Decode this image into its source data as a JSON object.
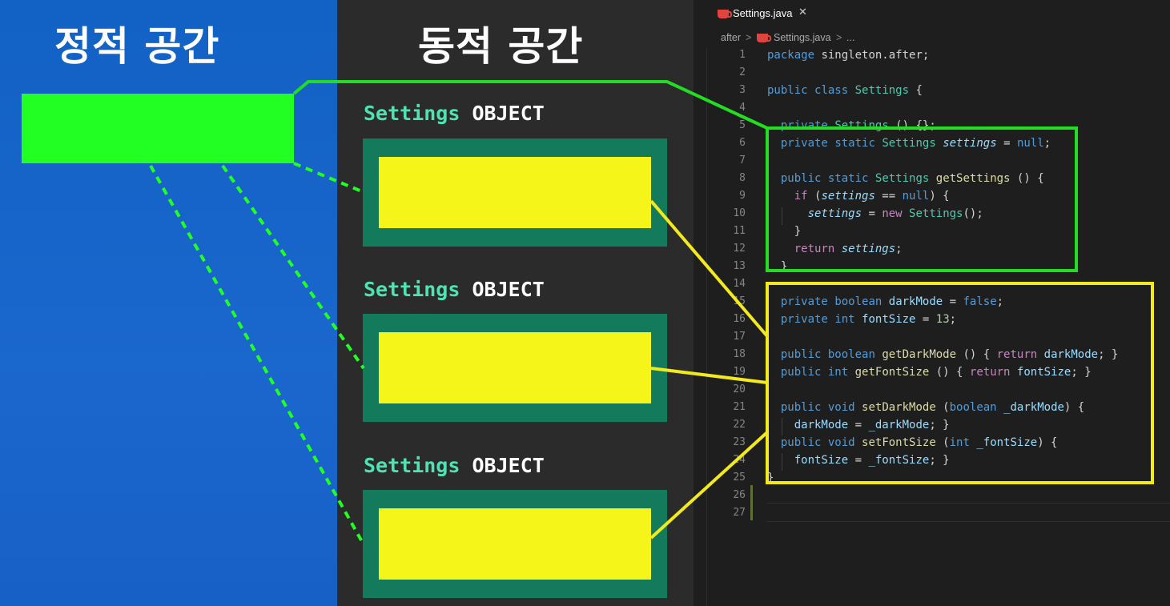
{
  "static_panel": {
    "title": "정적 공간"
  },
  "dynamic_panel": {
    "title": "동적 공간",
    "objects": [
      {
        "class_name": "Settings",
        "suffix": "OBJECT"
      },
      {
        "class_name": "Settings",
        "suffix": "OBJECT"
      },
      {
        "class_name": "Settings",
        "suffix": "OBJECT"
      }
    ]
  },
  "editor": {
    "tab": {
      "filename": "Settings.java",
      "close_glyph": "✕"
    },
    "breadcrumb": {
      "folder": "after",
      "separator": ">",
      "file": "Settings.java",
      "ellipsis": "..."
    },
    "line_numbers": [
      "1",
      "2",
      "3",
      "4",
      "5",
      "6",
      "7",
      "8",
      "9",
      "10",
      "11",
      "12",
      "13",
      "14",
      "15",
      "16",
      "17",
      "18",
      "19",
      "20",
      "21",
      "22",
      "23",
      "24",
      "25",
      "26",
      "27"
    ],
    "lines": [
      "package singleton.after;",
      "",
      "public class Settings {",
      "",
      "  private Settings () {};",
      "  private static Settings settings = null;",
      "",
      "  public static Settings getSettings () {",
      "    if (settings == null) {",
      "      settings = new Settings();",
      "    }",
      "    return settings;",
      "  }",
      "",
      "  private boolean darkMode = false;",
      "  private int fontSize = 13;",
      "",
      "  public boolean getDarkMode () { return darkMode; }",
      "  public int getFontSize () { return fontSize; }",
      "",
      "  public void setDarkMode (boolean _darkMode) {",
      "    darkMode = _darkMode; }",
      "  public void setFontSize (int _fontSize) {",
      "    fontSize = _fontSize; }",
      "}",
      "",
      ""
    ]
  },
  "colors": {
    "static_bg": "#1a67cd",
    "dynamic_bg": "#2b2b2b",
    "static_field": "#22ff22",
    "object_outer": "#147a5c",
    "object_inner": "#f5f51a",
    "static_highlight": "#22dd22",
    "instance_highlight": "#f2ea1c"
  }
}
